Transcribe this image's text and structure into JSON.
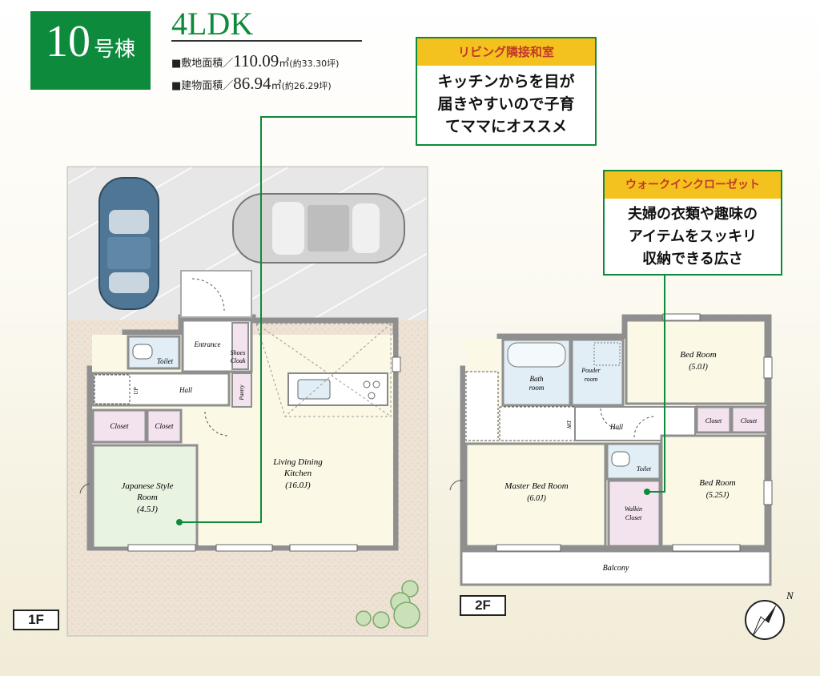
{
  "header": {
    "building_number": "10",
    "building_suffix": "号棟",
    "layout_type": "4LDK",
    "land_area": {
      "label": "■敷地面積／",
      "value": "110.09",
      "unit": "㎡",
      "tsubo": "(約33.30坪)"
    },
    "building_area": {
      "label": "■建物面積／",
      "value": "86.94",
      "unit": "㎡",
      "tsubo": "(約26.29坪)"
    }
  },
  "callouts": {
    "living_japanese": {
      "title": "リビング隣接和室",
      "lines": [
        "キッチンからを目が",
        "届きやすいので子育",
        "てママにオススメ"
      ]
    },
    "walkin_closet": {
      "title": "ウォークインクローゼット",
      "lines": [
        "夫婦の衣類や趣味の",
        "アイテムをスッキリ",
        "収納できる広さ"
      ]
    }
  },
  "floor1": {
    "floor_label": "1F",
    "rooms": {
      "toilet": "Toilet",
      "entrance": "Entrance",
      "shoes_cloak": [
        "Shoes",
        "Cloak"
      ],
      "hall": "Hall",
      "pantry": "Pantry",
      "up": "UP",
      "closet_a": "Closet",
      "closet_b": "Closet",
      "japanese_room": [
        "Japanese Style",
        "Room",
        "(4.5J)"
      ],
      "ldk": [
        "Living Dining",
        "Kitchen",
        "(16.0J)"
      ]
    }
  },
  "floor2": {
    "floor_label": "2F",
    "rooms": {
      "bath": [
        "Bath",
        "room"
      ],
      "powder": [
        "Pouder",
        "room"
      ],
      "bed1": [
        "Bed Room",
        "(5.0J)"
      ],
      "hall": "Hall",
      "dn": "DN",
      "closet_a": "Closet",
      "closet_b": "Closet",
      "toilet": "Toilet",
      "master_bed": [
        "Master Bed Room",
        "(6.0J)"
      ],
      "walkin": [
        "Walkin",
        "Closet"
      ],
      "bed2": [
        "Bed Room",
        "(5.25J)"
      ],
      "balcony": "Balcony"
    }
  },
  "compass": {
    "north": "N"
  },
  "colors": {
    "accent_green": "#0e8a3d",
    "callout_yellow": "#f4c21e",
    "callout_red": "#c0392b",
    "wall": "#8f8f8f",
    "room_floor": "#fbf8e6",
    "wet_room": "#e2eef6",
    "closet": "#f3e3ee",
    "japanese_room": "#e9f3e2",
    "ground": "#efe3d6"
  }
}
